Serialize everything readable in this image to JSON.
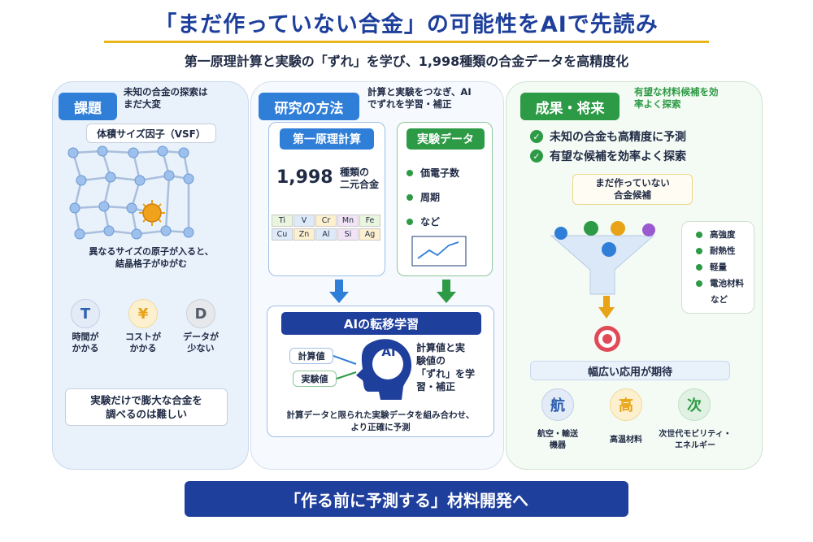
{
  "header": {
    "title": "「まだ作っていない合金」の可能性をAIで先読み",
    "subtitle": "第一原理計算と実験の「ずれ」を学び、1,998種類の合金データを高精度化"
  },
  "left": {
    "tag": "課題",
    "note": "未知の合金の探索は\nまだ大変",
    "vsf_label": "体積サイズ因子（VSF）",
    "lattice_caption": "異なるサイズの原子が入ると、\n結晶格子がゆがむ",
    "icons": [
      {
        "glyph": "T",
        "label": "時間が\nかかる",
        "color": "#2f5fb0"
      },
      {
        "glyph": "¥",
        "label": "コストが\nかかる",
        "color": "#e8a317"
      },
      {
        "glyph": "D",
        "label": "データが\n少ない",
        "color": "#555d6b"
      }
    ],
    "conclusion": "実験だけで膨大な合金を\n調べるのは難しい"
  },
  "middle": {
    "tag": "研究の方法",
    "note": "計算と実験をつなぎ、AI\nでずれを学習・補正",
    "calc_head": "第一原理計算",
    "calc_number": "1,998",
    "calc_unit": "種類の\n二元合金",
    "elements_row1": [
      "Ti",
      "V",
      "Cr",
      "Mn",
      "Fe"
    ],
    "elements_row2": [
      "Cu",
      "Zn",
      "Al",
      "Si",
      "Ag"
    ],
    "exp_head": "実験データ",
    "exp_items": [
      "価電子数",
      "周期",
      "など"
    ],
    "ai_head": "AIの転移学習",
    "calc_value": "計算値",
    "exp_value": "実験値",
    "ai_glyph": "AI",
    "ai_explain": "計算値と実\n験値の\n「ずれ」を学\n習・補正",
    "ai_caption": "計算データと限られた実験データを組み合わせ、\nより正確に予測"
  },
  "right": {
    "tag": "成果・将来",
    "note": "有望な材料候補を効\n率よく探索",
    "checks": [
      "未知の合金も高精度に予測",
      "有望な候補を効率よく探索"
    ],
    "candidate_box": "まだ作っていない\n合金候補",
    "properties": [
      "高強度",
      "耐熱性",
      "軽量",
      "電池材料",
      "など"
    ],
    "apps_banner": "幅広い応用が期待",
    "apps": [
      {
        "glyph": "航",
        "label": "航空・輸送\n機器",
        "color": "#2f5fb0"
      },
      {
        "glyph": "高",
        "label": "高温材料",
        "color": "#e8a317"
      },
      {
        "glyph": "次",
        "label": "次世代モビリティ・\nエネルギー",
        "color": "#2d9a45"
      }
    ]
  },
  "footer": {
    "banner": "「作る前に予測する」材料開発へ"
  }
}
